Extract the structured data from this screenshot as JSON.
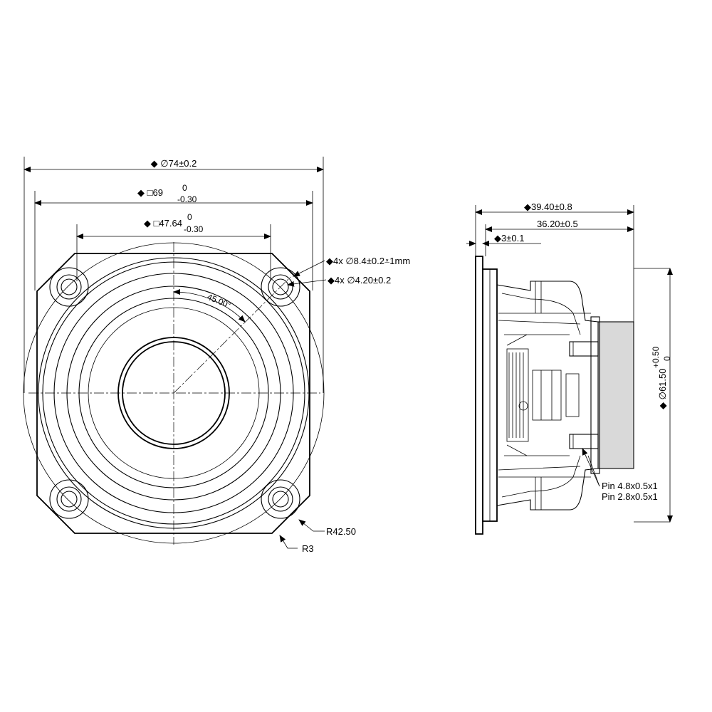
{
  "front_view": {
    "dim_outer_diameter": {
      "symbol": "◆",
      "prefix": "∅",
      "value": "74",
      "tol": "±0.2"
    },
    "dim_square_frame": {
      "symbol": "◆",
      "prefix": "□",
      "value": "69",
      "tol_upper": "0",
      "tol_lower": "-0.30"
    },
    "dim_hole_spacing": {
      "symbol": "◆",
      "prefix": "□",
      "value": "47.64",
      "tol_upper": "0",
      "tol_lower": "-0.30"
    },
    "counterbore_callout": "◆4x ∅8.4±0.2⩡1mm",
    "hole_callout": "◆4x ∅4.20±0.2",
    "angle_label": "45.00°",
    "radius_label": "R42.50",
    "corner_radius_label": "R3"
  },
  "side_view": {
    "dim_total_depth": "◆39.40±0.8",
    "dim_depth_36": "36.20±0.5",
    "dim_flange": "◆3±0.1",
    "dim_body_diameter": {
      "symbol": "◆",
      "prefix": "∅",
      "value": "61.50",
      "tol_upper": "+0.50",
      "tol_lower": "0"
    },
    "pin_labels": [
      "Pin 4.8x0.5x1",
      "Pin 2.8x0.5x1"
    ]
  },
  "colors": {
    "line": "#000000",
    "magnet": "#d9d9d9",
    "background": "#ffffff"
  }
}
